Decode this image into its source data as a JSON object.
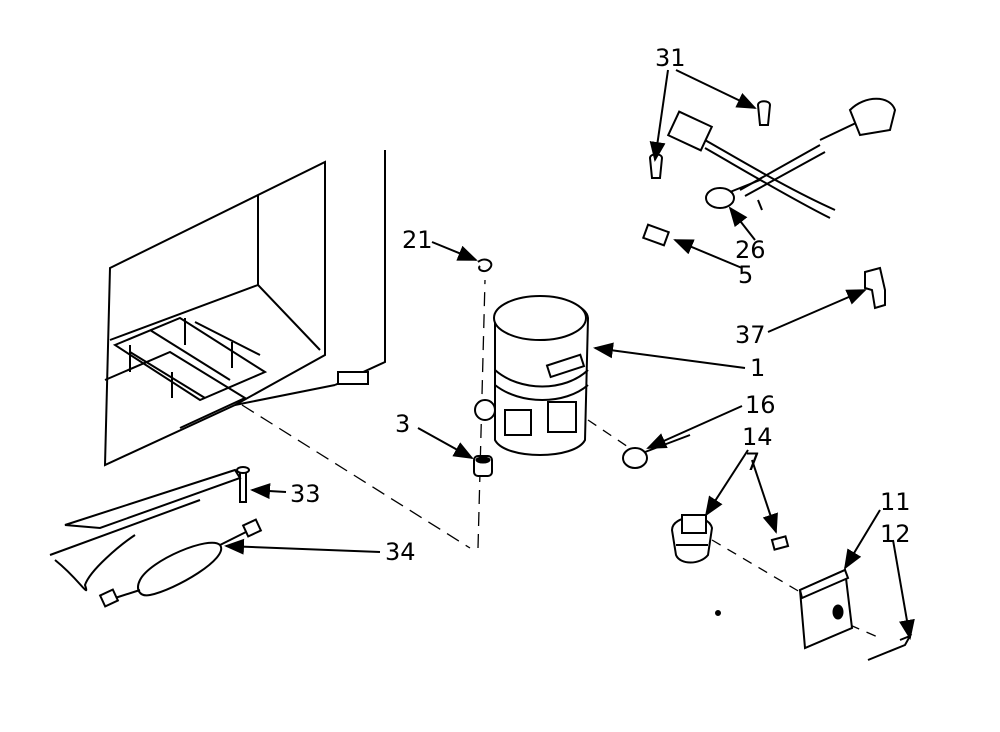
{
  "callouts": [
    {
      "id": "31",
      "text": "31"
    },
    {
      "id": "21",
      "text": "21"
    },
    {
      "id": "26",
      "text": "26"
    },
    {
      "id": "5",
      "text": "5"
    },
    {
      "id": "37",
      "text": "37"
    },
    {
      "id": "1",
      "text": "1"
    },
    {
      "id": "16",
      "text": "16"
    },
    {
      "id": "3",
      "text": "3"
    },
    {
      "id": "14",
      "text": "14"
    },
    {
      "id": "7",
      "text": "7"
    },
    {
      "id": "33",
      "text": "33"
    },
    {
      "id": "34",
      "text": "34"
    },
    {
      "id": "11",
      "text": "11"
    },
    {
      "id": "12",
      "text": "12"
    }
  ]
}
